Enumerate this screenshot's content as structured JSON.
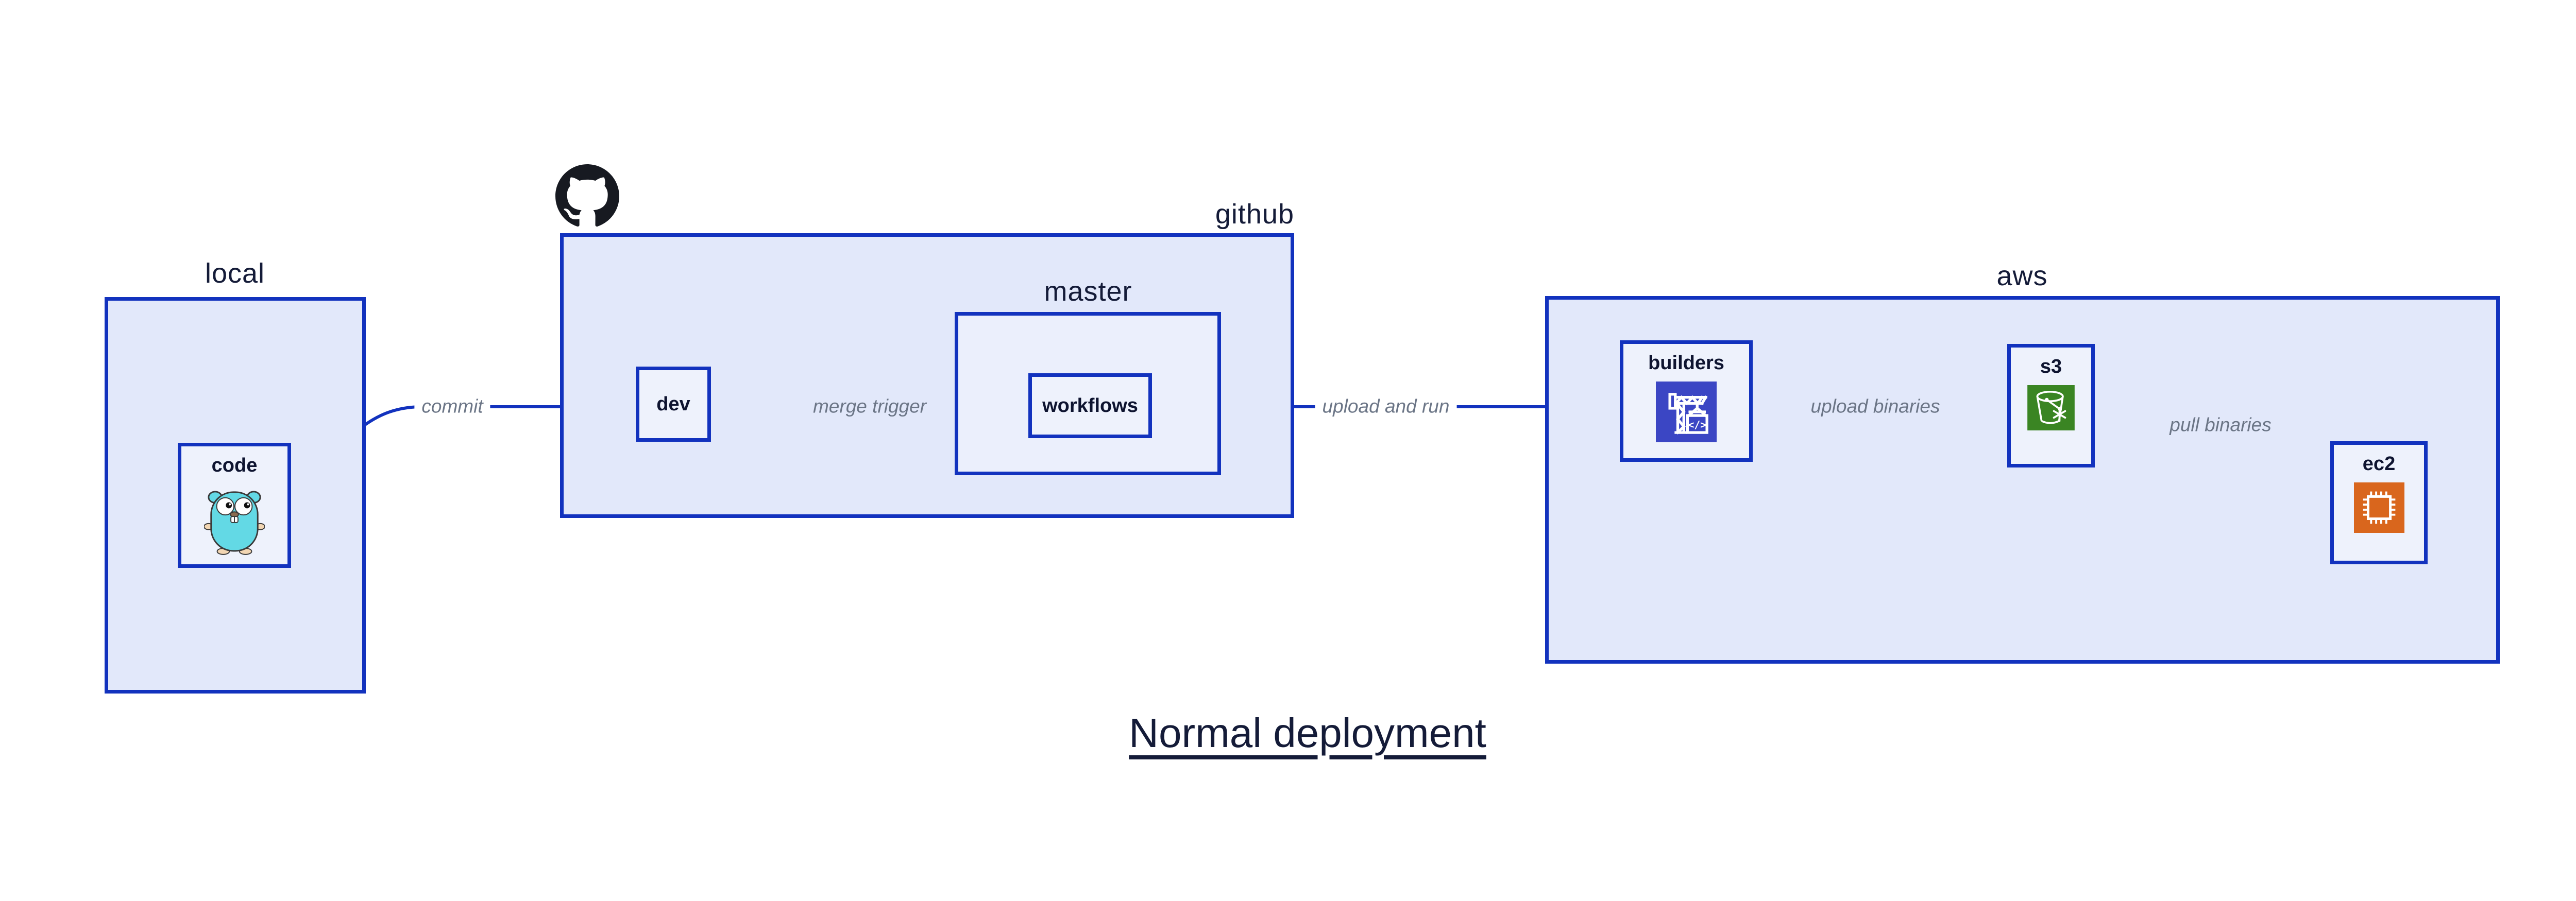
{
  "title": {
    "text": "Normal deployment"
  },
  "groups": {
    "local": {
      "label": "local"
    },
    "github": {
      "label": "github"
    },
    "master": {
      "label": "master"
    },
    "aws": {
      "label": "aws"
    }
  },
  "nodes": {
    "code": {
      "label": "code",
      "icon": "go-gopher"
    },
    "dev": {
      "label": "dev"
    },
    "workflows": {
      "label": "workflows"
    },
    "builders": {
      "label": "builders",
      "icon": "aws-codebuild-crane"
    },
    "s3": {
      "label": "s3",
      "icon": "aws-s3-bucket"
    },
    "ec2": {
      "label": "ec2",
      "icon": "aws-ec2-chip"
    }
  },
  "edges": {
    "commit": {
      "label": "commit",
      "from": "code",
      "to": "dev"
    },
    "merge_trigger": {
      "label": "merge trigger",
      "from": "dev",
      "to": "workflows"
    },
    "upload_and_run": {
      "label": "upload and run",
      "from": "workflows",
      "to": "builders"
    },
    "upload_binaries": {
      "label": "upload binaries",
      "from": "builders",
      "to": "s3"
    },
    "pull_binaries": {
      "label": "pull binaries",
      "from": "s3",
      "to": "ec2"
    }
  },
  "icons": {
    "codebuild_glyph": "</>"
  },
  "colors": {
    "line_blue": "#1232be",
    "group_fill": "#e2e8fa",
    "master_fill": "#ebeffc",
    "node_fill": "#eef2fc",
    "edge_label_gray": "#6b7586",
    "text_dark": "#141b38",
    "codebuild_indigo": "#3b46c4",
    "s3_green": "#3a8523",
    "ec2_orange": "#d9661d",
    "github_black": "#171a21",
    "gopher_teal": "#63d9e5"
  }
}
